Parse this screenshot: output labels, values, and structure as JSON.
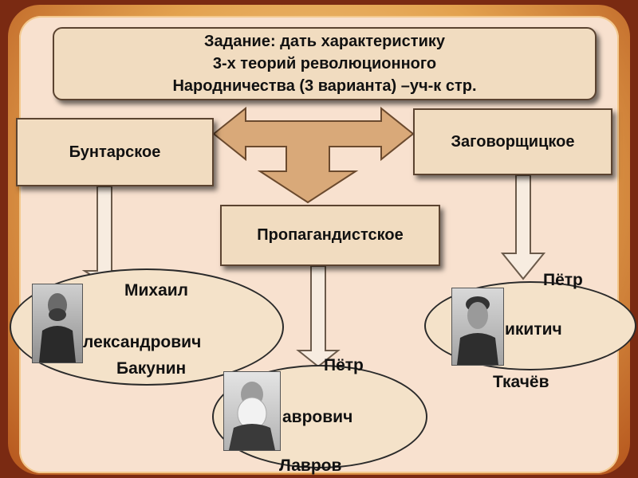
{
  "task": {
    "line1": "Задание: дать характеристику",
    "line2": "3-х теорий революционного",
    "line3": "Народничества (3 варианта) –уч-к стр."
  },
  "theories": {
    "buntar": "Бунтарское",
    "zagovor": "Заговорщицкое",
    "propag": "Пропагандистское"
  },
  "persons": {
    "bakunin": {
      "first": "Михаил",
      "patronymic": "лександрович",
      "last": "Бакунин"
    },
    "tkachev": {
      "first": "Пётр",
      "patronymic": "икитич",
      "last": "Ткачёв"
    },
    "lavrov": {
      "first": "Пётр",
      "patronymic": "аврович",
      "last": "Лавров"
    }
  },
  "colors": {
    "box_fill": "#f1dcc0",
    "arrow_fill": "#d9a979",
    "ellipse_fill": "#f4e2c9"
  }
}
